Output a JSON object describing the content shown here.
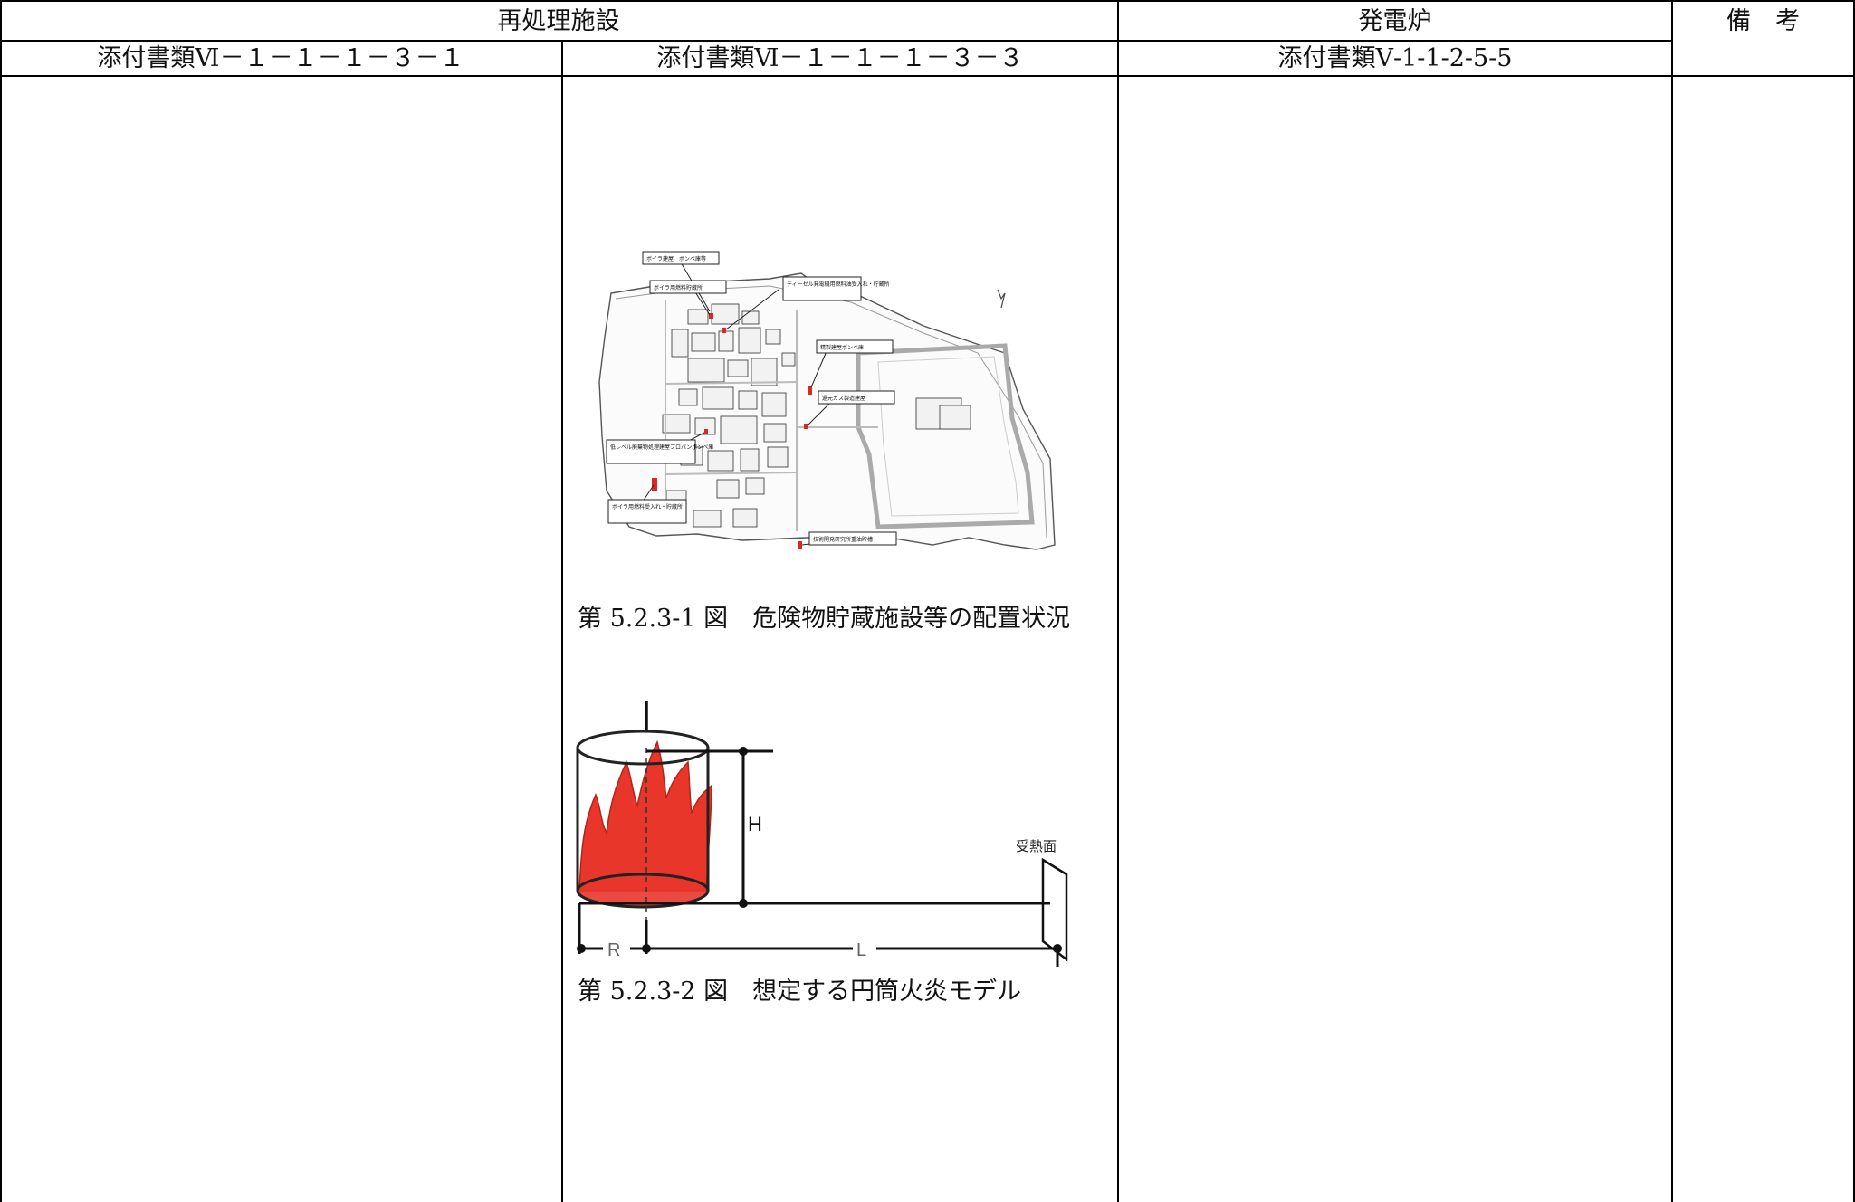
{
  "header": {
    "group_reprocessing": "再処理施設",
    "group_power_reactor": "発電炉",
    "remarks": "備　考",
    "col1_doc": "添付書類Ⅵ－１－１－１－３－１",
    "col2_doc": "添付書類Ⅵ－１－１－１－３－３",
    "col3_doc": "添付書類Ⅴ-1-1-2-5-5"
  },
  "figure_1": {
    "caption": "第 5.2.3-1 図　危険物貯蔵施設等の配置状況",
    "labels": [
      "ボイラ建屋　ボンベ庫等",
      "ボイラ用燃料貯蔵所",
      "ディーゼル発電機用燃料油受入れ・貯蔵所",
      "精製建屋ボンベ庫",
      "還元ガス製造建屋",
      "低レベル廃棄物処理建屋プロパンボンベ庫",
      "ボイラ用燃料受入れ・貯蔵所",
      "技術開発研究所重油貯槽"
    ]
  },
  "figure_2": {
    "caption": "第 5.2.3-2 図　想定する円筒火炎モデル",
    "label_h": "H",
    "label_r": "R",
    "label_l": "L",
    "label_surface": "受熱面"
  },
  "colors": {
    "flame": "#e8362b",
    "line": "#000000"
  }
}
